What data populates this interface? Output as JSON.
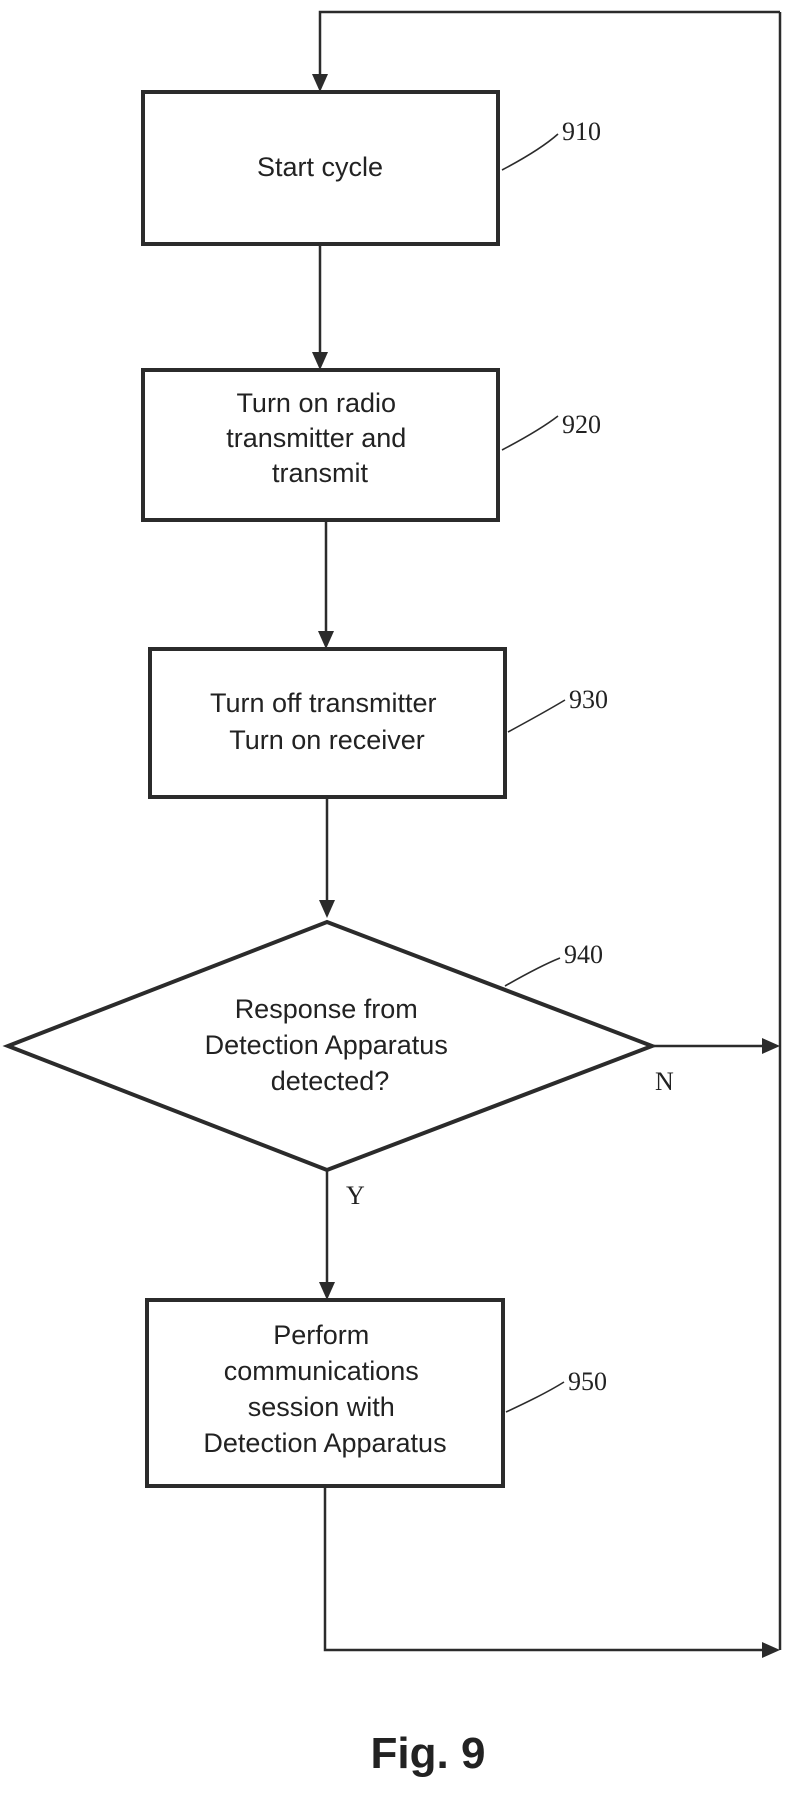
{
  "flowchart": {
    "steps": [
      {
        "ref": "910",
        "lines": [
          "Start cycle"
        ]
      },
      {
        "ref": "920",
        "lines": [
          "Turn on radio",
          "transmitter and",
          "transmit"
        ]
      },
      {
        "ref": "930",
        "lines": [
          "Turn off transmitter",
          "Turn on receiver"
        ]
      },
      {
        "ref": "940",
        "lines": [
          "Response from",
          "Detection Apparatus",
          "detected?"
        ]
      },
      {
        "ref": "950",
        "lines": [
          "Perform",
          "communications",
          "session with",
          "Detection Apparatus"
        ]
      }
    ],
    "branch_no": "N",
    "branch_yes": "Y"
  },
  "caption": "Fig. 9"
}
